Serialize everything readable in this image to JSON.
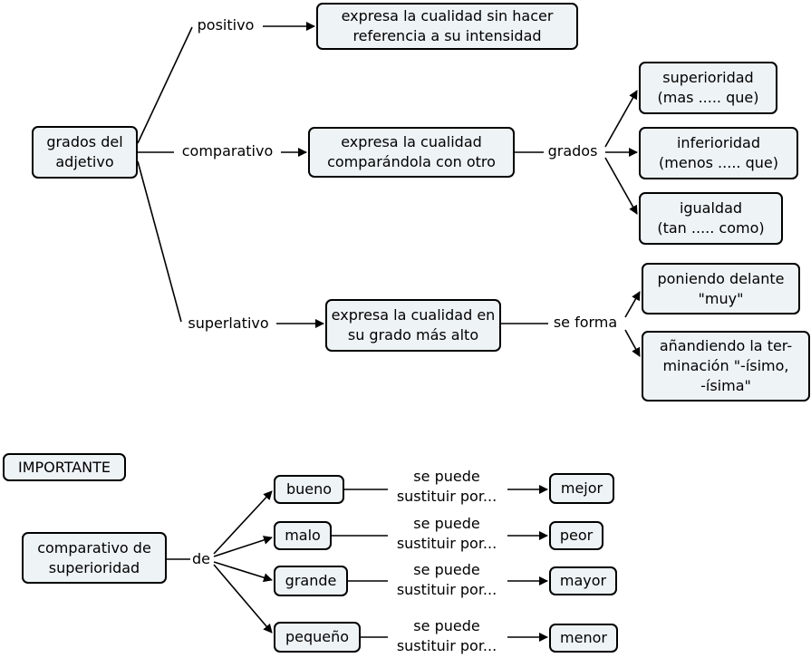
{
  "nodes": {
    "grados_adjetivo": "grados del\nadjetivo",
    "positivo_desc": "expresa la cualidad sin hacer\nreferencia a su intensidad",
    "comparativo_desc": "expresa  la cualidad\ncomparándola con otro",
    "superioridad": "superioridad\n(mas ..... que)",
    "inferioridad": "inferioridad\n(menos ..... que)",
    "igualdad": "igualdad\n(tan ..... como)",
    "superlativo_desc": "expresa la cualidad en\nsu grado más alto",
    "muy": "poniendo delante\n\"muy\"",
    "isimo": "añandiendo la ter-\nminación \"-ísimo,\n-ísima\"",
    "importante": "IMPORTANTE",
    "comparativo_superioridad": "comparativo de\nsuperioridad",
    "bueno": "bueno",
    "malo": "malo",
    "grande": "grande",
    "pequeno": "pequeño",
    "mejor": "mejor",
    "peor": "peor",
    "mayor": "mayor",
    "menor": "menor"
  },
  "links": {
    "positivo": "positivo",
    "comparativo": "comparativo",
    "superlativo": "superlativo",
    "grados": "grados",
    "se_forma": "se forma",
    "de": "de",
    "sustituir_1": "se puede\nsustituir por...",
    "sustituir_2": "se puede\nsustituir por...",
    "sustituir_3": "se puede\nsustituir por...",
    "sustituir_4": "se puede\nsustituir por..."
  },
  "colors": {
    "node_fill": "#eef3f5",
    "stroke": "#000000"
  }
}
